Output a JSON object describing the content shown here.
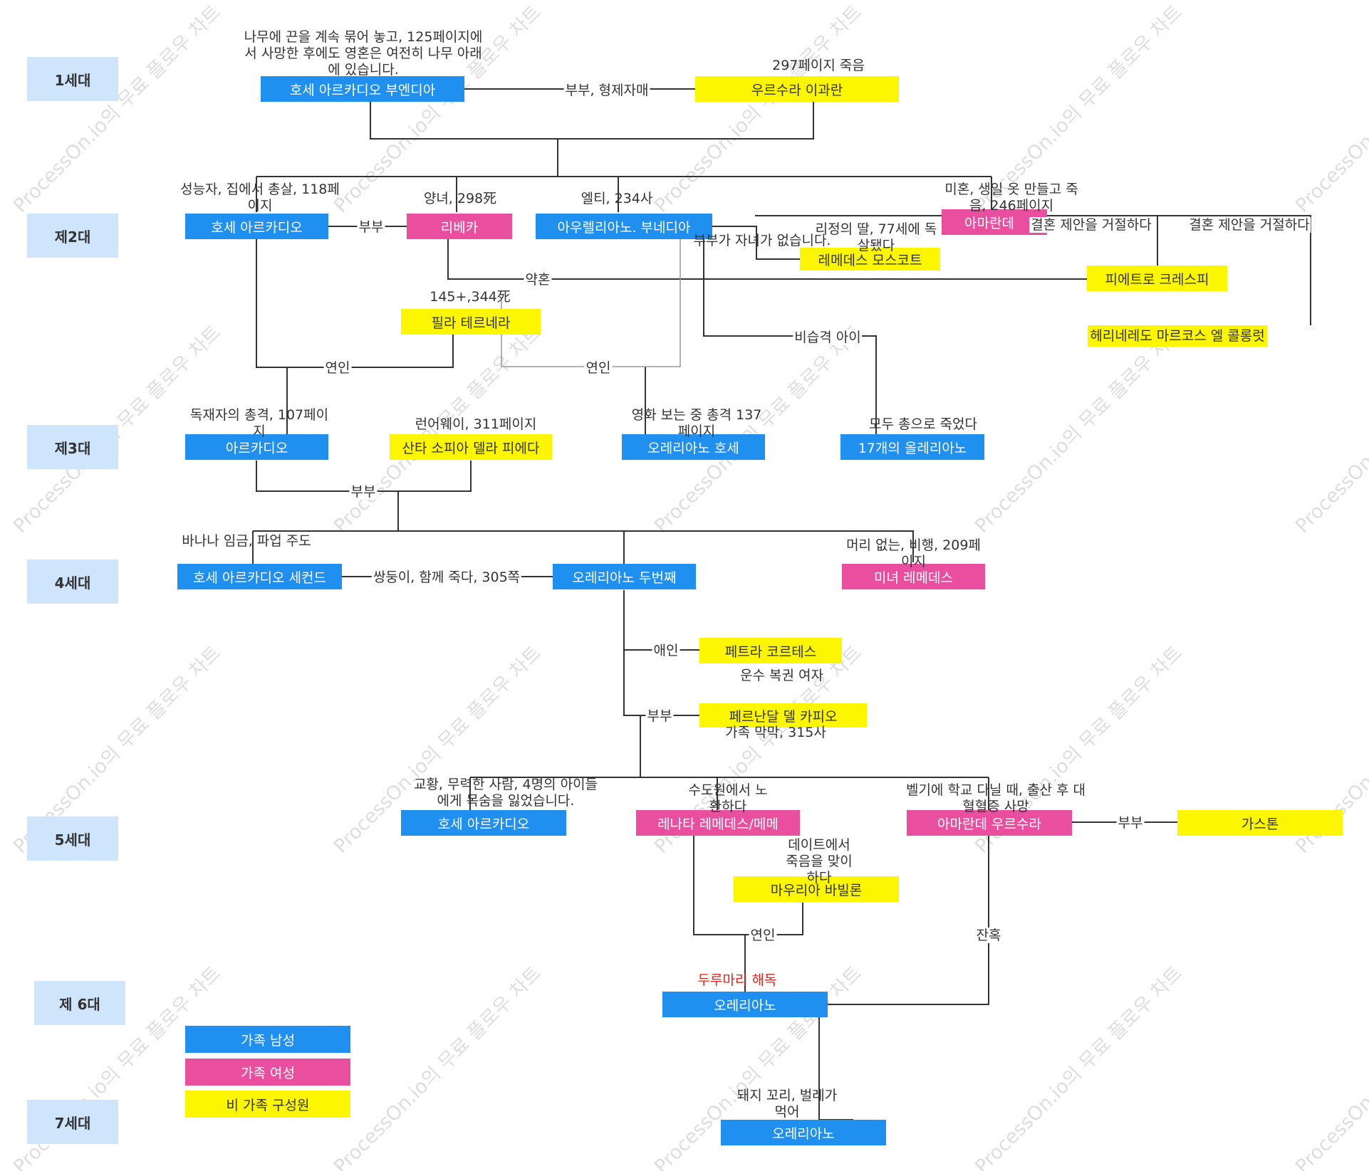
{
  "generations": [
    "1세대",
    "제2대",
    "제3대",
    "4세대",
    "5세대",
    "제 6대",
    "7세대"
  ],
  "nodes": {
    "jose_ab": "호세 아르카디오 부엔디아",
    "ursula": "우르수라 이과란",
    "jose_ar2": "호세 아르카디오",
    "rebeca": "리베카",
    "aureliano_b": "아우렐리아노. 부네디아",
    "amaranta": "아마란데",
    "remedios_m": "레메데스 모스코트",
    "pietro": "피에트로 크레스피",
    "herinerdo": "헤리네레도 마르코스 엘 콜롱럿",
    "pilar": "필라 테르네라",
    "arcadio3": "아르카디오",
    "santa_sofia": "산타 소피아 델라 피에다",
    "aureliano_jose": "오레리아노 호세",
    "seventeen": "17개의 올레리아노",
    "jose_second": "호세 아르카디오 세컨드",
    "aureliano_second": "오레리아노 두번째",
    "remedios_beauty": "미녀 레메데스",
    "petra": "페트라 코르테스",
    "fernanda": "페르난달 델 카피오",
    "jose5": "호세 아르카디오",
    "meme": "레나타 레메데스/메메",
    "amaranta_u": "아마란데 우르수라",
    "gaston": "가스톤",
    "mauricio": "마우리아 바빌론",
    "aureliano6": "오레리아노",
    "aureliano7": "오레리아노"
  },
  "notes": {
    "jose_ab": "나무에 끈을 계속 묶어 놓고, 125페이지에서 사망한 후에도 영혼은 여전히 나무 아래에 있습니다.",
    "ursula": "297페이지 죽음",
    "jose_ar2": "성능자, 집에서 총살, 118페이지",
    "rebeca": "양녀, 298死",
    "aureliano_b": "엘티, 234사",
    "amaranta": "미혼, 생일 옷 만들고 죽음, 246페이지",
    "remedios_m": "리정의 딸, 77세에 독살됐다",
    "pilar": "145+,344死",
    "arcadio3": "독재자의 총격, 107페이지",
    "santa_sofia": "런어웨이, 311페이지",
    "aureliano_jose": "영화 보는 중 총격 137페이지",
    "seventeen": "모두 총으로 죽었다",
    "jose_second": "바나나 임금, 파업 주도",
    "remedios_beauty": "머리 없는, 비행, 209페이지",
    "petra": "운수 복권 여자",
    "fernanda": "가족 막막, 315사",
    "jose5": "교황, 무력한 사람, 4명의 아이들에게 목숨을 잃었습니다.",
    "meme": "수도원에서 노환하다",
    "amaranta_u": "벨기에 학교 다닐 때, 출산 후 대혈혈증 사망",
    "mauricio": "데이트에서 죽음을 맞이하다",
    "aureliano6": "두루마리 해독",
    "aureliano7": "돼지 꼬리, 벌레가 먹어"
  },
  "edge_labels": {
    "couple_siblings": "부부, 형제자매",
    "couple": "부부",
    "engagement": "약혼",
    "lover": "연인",
    "no_children": "부부가 자녀가 없습니다.",
    "refused_1": "결혼 제안을 거절하다",
    "refused_2": "결혼 제안을 거절하다",
    "illegitimate": "비습격 아이",
    "twins": "쌍둥이, 함께 죽다, 305쪽",
    "mistress": "애인",
    "incest": "잔혹"
  },
  "legend": {
    "male": "가족 남성",
    "female": "가족 여성",
    "other": "비 가족 구성원"
  },
  "watermark": "ProcessOn.io의 무료 플로우 차트",
  "colors": {
    "male": "#1f8ff0",
    "female": "#ea4e9e",
    "other": "#fcf700",
    "generation": "#cfe5fb",
    "line": "#333333"
  }
}
